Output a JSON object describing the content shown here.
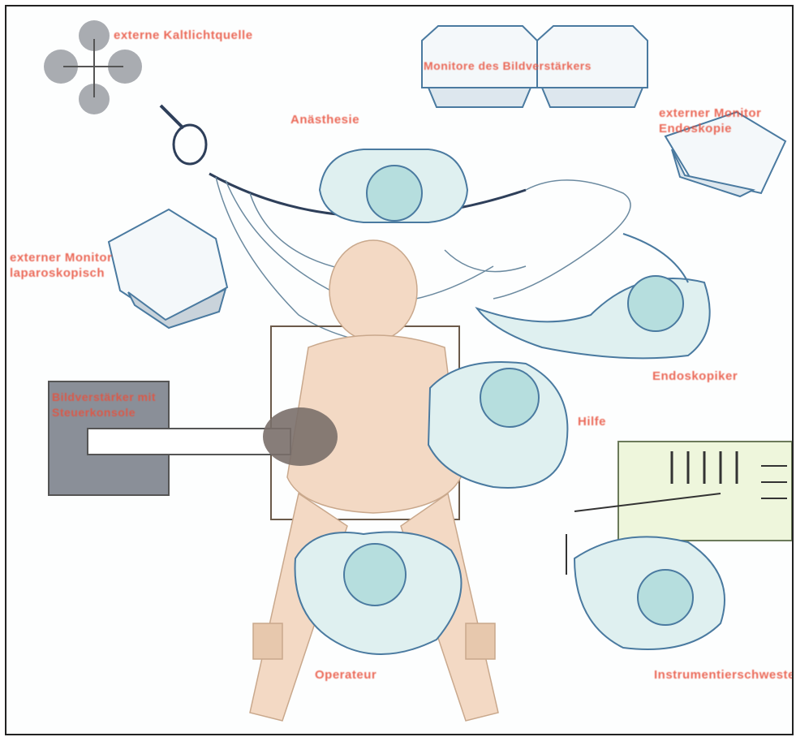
{
  "diagram": {
    "labels": {
      "ceiling_lights": "externe Kaltlichtquelle",
      "amplifier_screens": "Monitore des Bildverstärkers",
      "anesthesia": "Anästhesie",
      "monitor_right": "externer Monitor Endoskopie",
      "monitor_left": "externer Monitor laparoskopisch",
      "image_intensifier": "Bildverstärker mit Steuerkonsole",
      "endoscopist": "Endoskopiker",
      "assistant": "Hilfe",
      "surgeon": "Operateur",
      "instrument_nurse": "Instrumentierschwester"
    },
    "colors": {
      "outline": "#3a4a66",
      "skin": "#f3d9c4",
      "gown": "#dff0f0",
      "cap": "#b6dede",
      "label": "#e8503c",
      "equipment_gray": "#8a8f98",
      "table_green": "#eef6dc"
    }
  }
}
